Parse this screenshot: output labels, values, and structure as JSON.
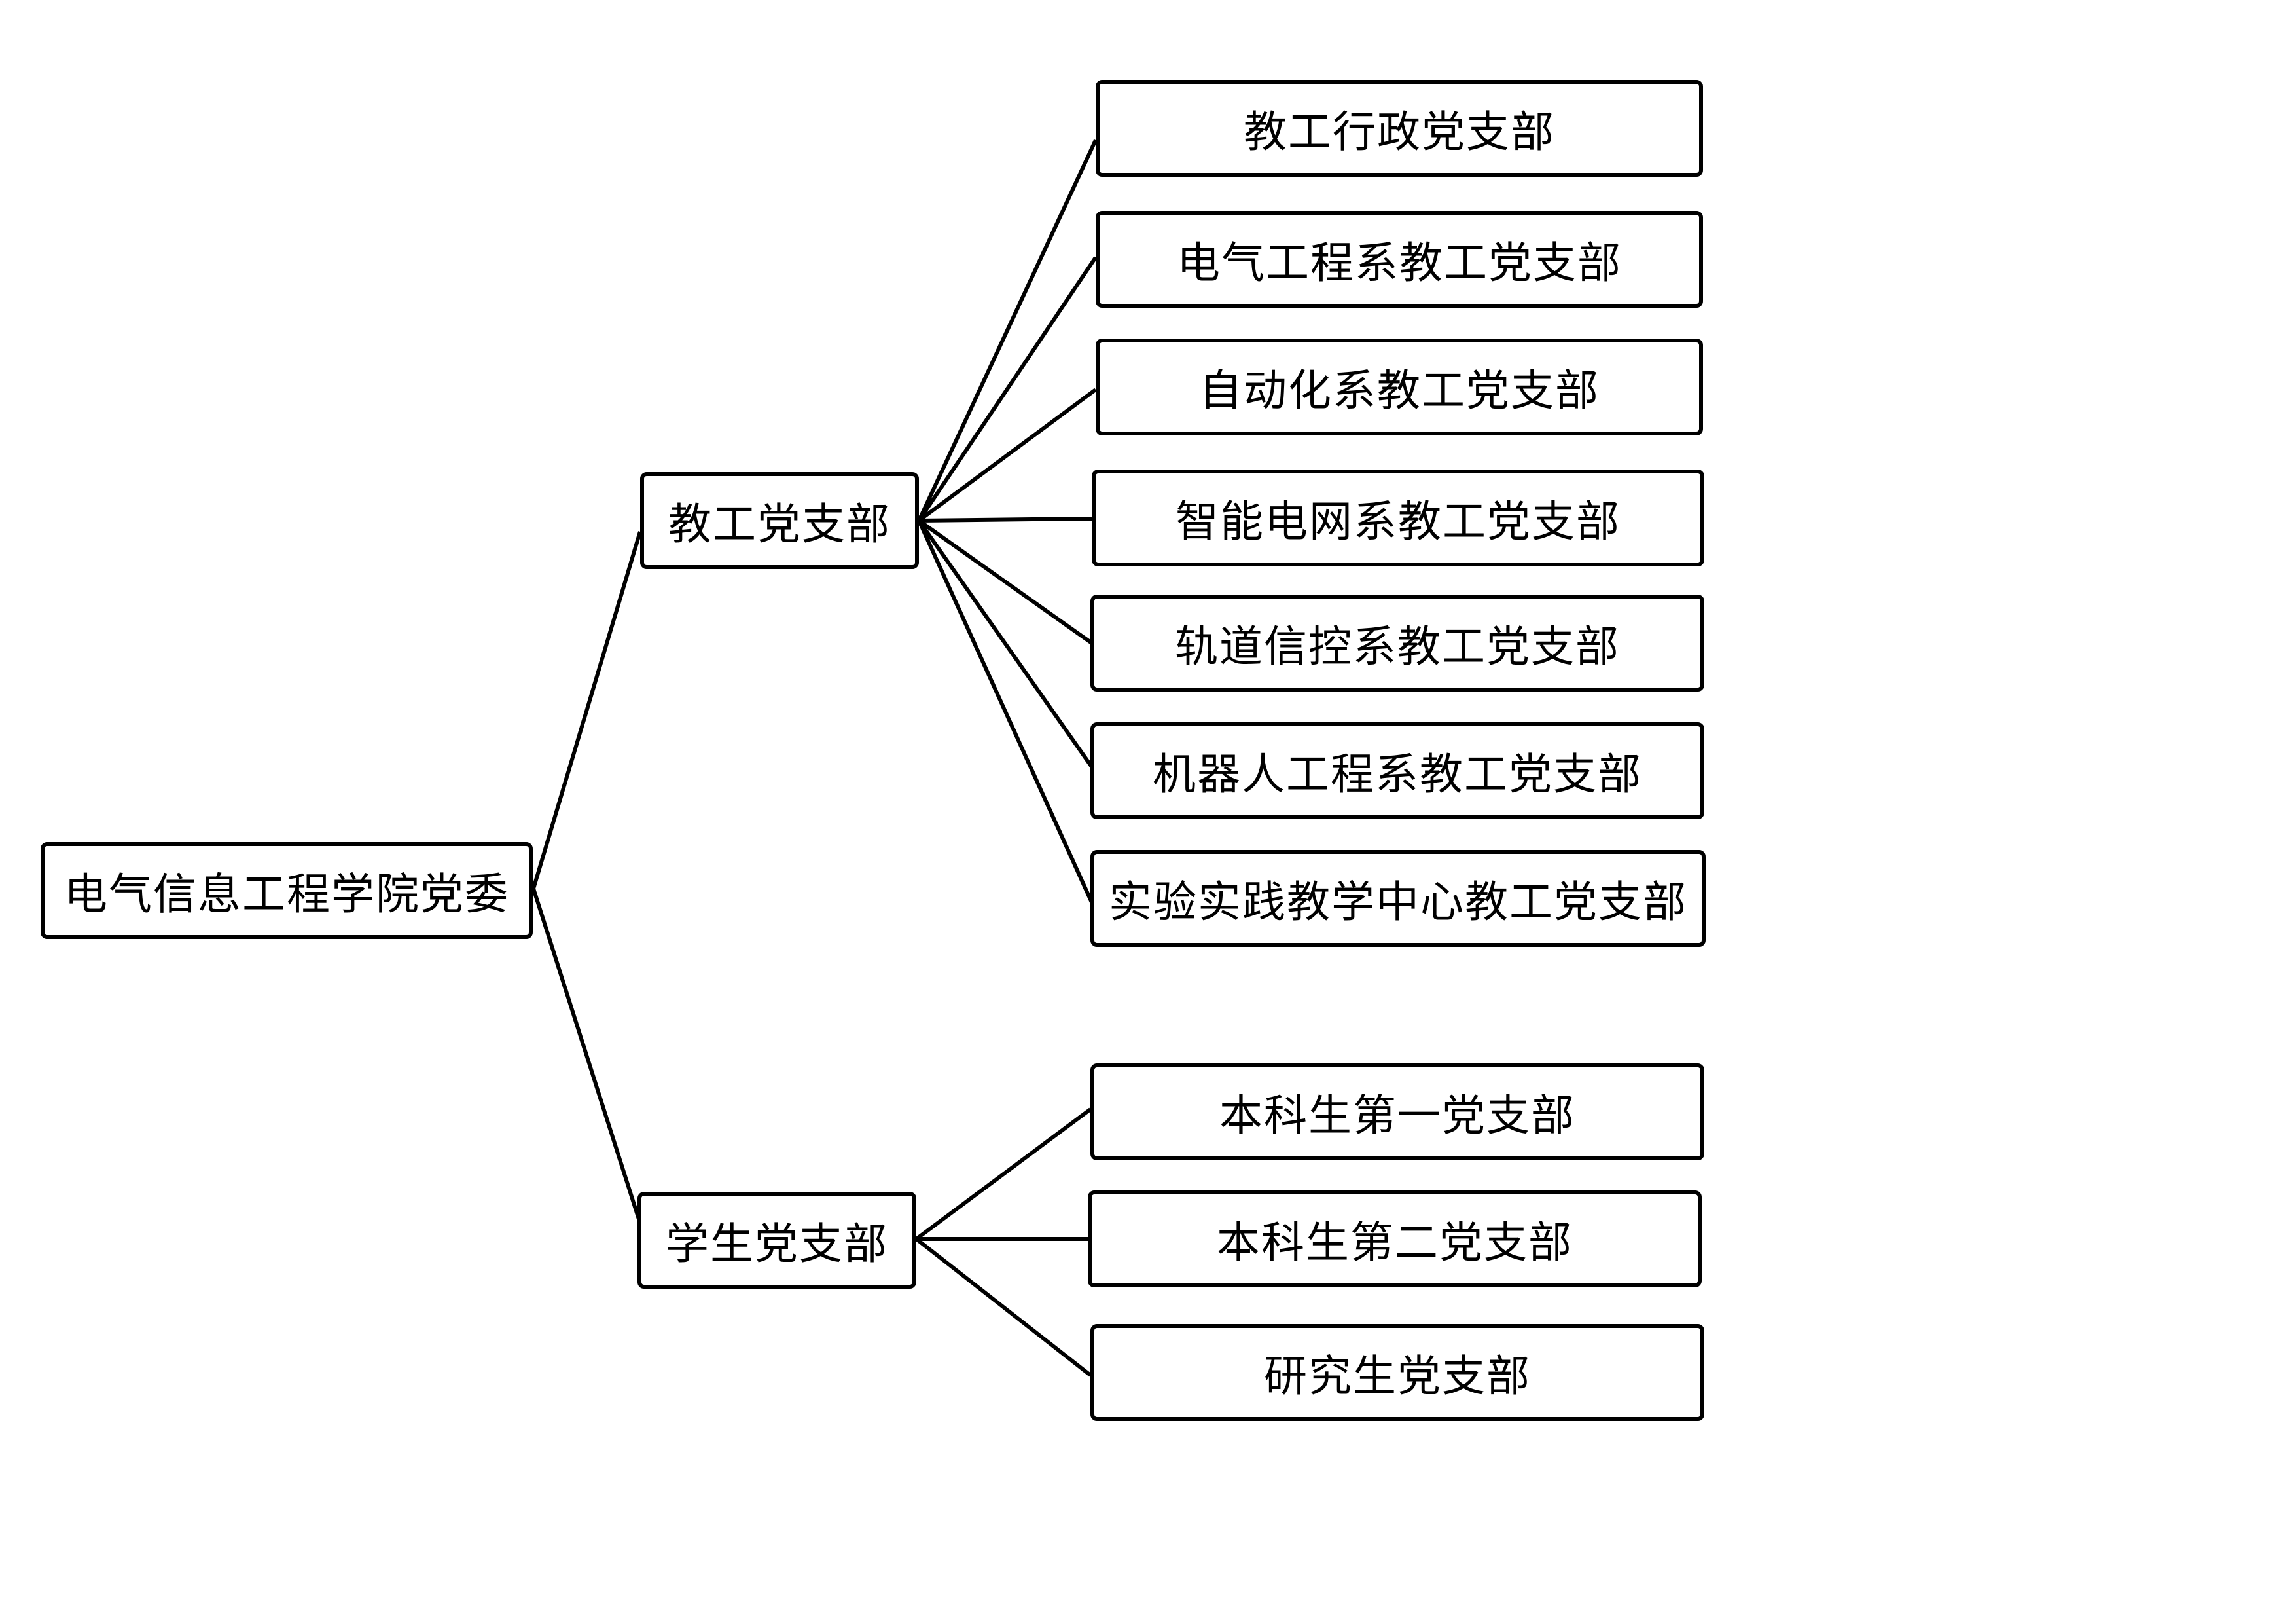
{
  "root": {
    "label": "电气信息工程学院党委"
  },
  "branches": [
    {
      "label": "教工党支部",
      "children": [
        "教工行政党支部",
        "电气工程系教工党支部",
        "自动化系教工党支部",
        "智能电网系教工党支部",
        "轨道信控系教工党支部",
        "机器人工程系教工党支部",
        "实验实践教学中心教工党支部"
      ]
    },
    {
      "label": "学生党支部",
      "children": [
        "本科生第一党支部",
        "本科生第二党支部",
        "研究生党支部"
      ]
    }
  ]
}
